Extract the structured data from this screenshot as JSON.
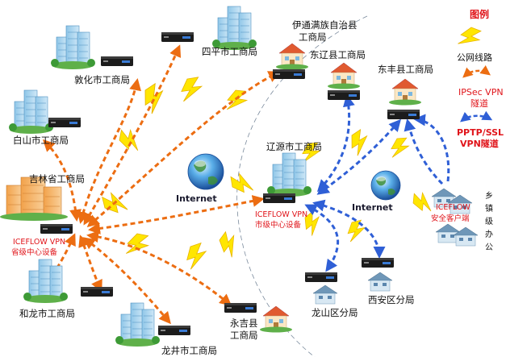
{
  "legend": {
    "title": "图例",
    "public_line": "公网线路",
    "ipsec_line1": "IPSec VPN",
    "ipsec_line2": "隧道",
    "pptp_line1": "PPTP/SSL",
    "pptp_line2": "VPN隧道"
  },
  "internet_label": "Internet",
  "nodes": {
    "jilin": "吉林省工商局",
    "jilin_device1": "ICEFLOW VPN",
    "jilin_device2": "省级中心设备",
    "dunhua": "敦化市工商局",
    "siping": "四平市工商局",
    "baishan": "白山市工商局",
    "helong": "和龙市工商局",
    "longjing": "龙井市工商局",
    "yongji1": "永吉县",
    "yongji2": "工商局",
    "yitong1": "伊通满族自治县",
    "yitong2": "工商局",
    "dongliao": "东辽县工商局",
    "dongfeng": "东丰县工商局",
    "liaoyuan": "辽源市工商局",
    "liaoyuan_device1": "ICEFLOW VPN",
    "liaoyuan_device2": "市级中心设备",
    "client1": "ICEFLOW",
    "client2": "安全客户端",
    "township1": "乡",
    "township2": "镇",
    "township3": "级",
    "township4": "办",
    "township5": "公",
    "longshan": "龙山区分局",
    "xian": "西安区分局"
  },
  "colors": {
    "ipsec": "#ec6d12",
    "pptp": "#2f5fd6",
    "bolt": "#ffe600",
    "label_red": "#e0141a"
  }
}
